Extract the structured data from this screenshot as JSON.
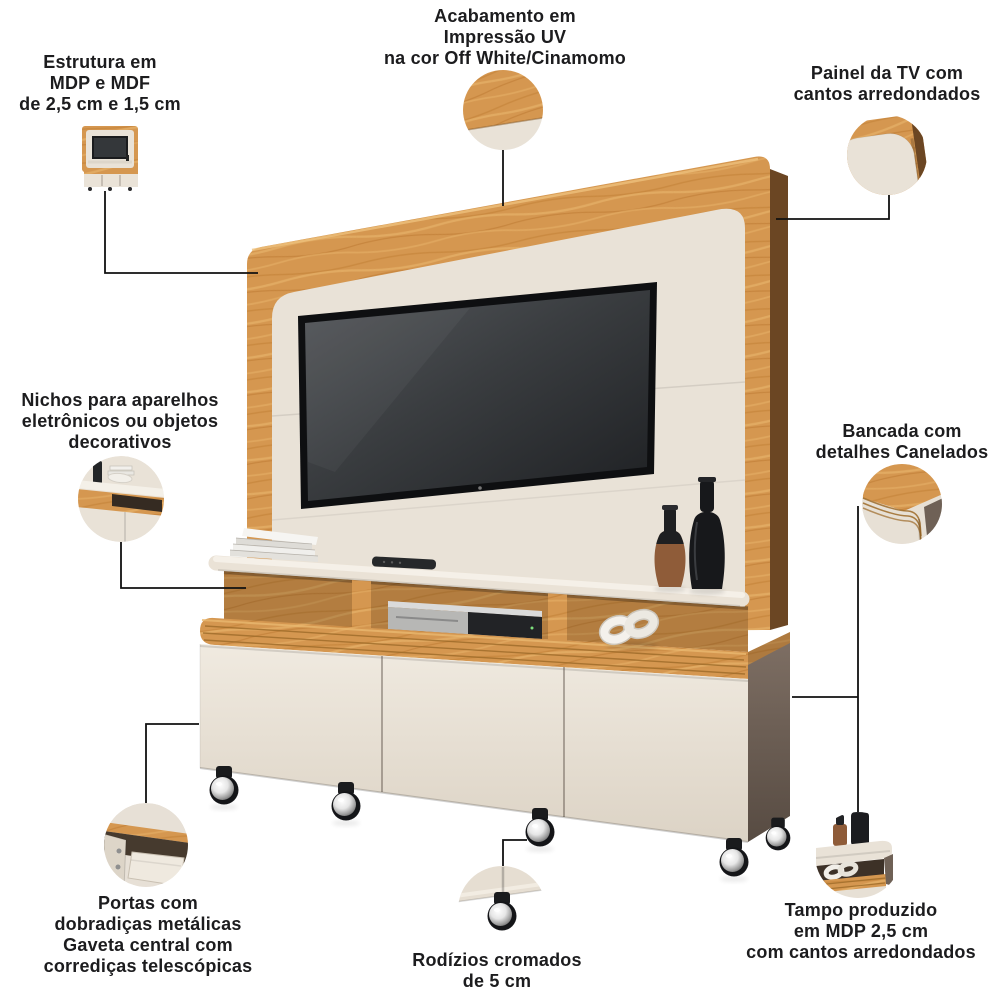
{
  "callouts": [
    {
      "id": "estrutura",
      "lines": [
        "Estrutura em",
        "MDP e MDF",
        "de 2,5 cm e 1,5 cm"
      ]
    },
    {
      "id": "acabamento",
      "lines": [
        "Acabamento em",
        "Impressão UV",
        "na cor Off White/Cinamomo"
      ]
    },
    {
      "id": "painel",
      "lines": [
        "Painel da TV com",
        "cantos arredondados"
      ]
    },
    {
      "id": "nichos",
      "lines": [
        "Nichos para aparelhos",
        "eletrônicos ou objetos",
        "decorativos"
      ]
    },
    {
      "id": "bancada",
      "lines": [
        "Bancada com",
        "detalhes Canelados"
      ]
    },
    {
      "id": "portas",
      "lines": [
        "Portas com",
        "dobradiças metálicas",
        "Gaveta central com",
        "corrediças telescópicas"
      ]
    },
    {
      "id": "rodizios",
      "lines": [
        "Rodízios cromados",
        "de 5 cm"
      ]
    },
    {
      "id": "tampo",
      "lines": [
        "Tampo produzido",
        "em MDP 2,5 cm",
        "com cantos arredondados"
      ]
    }
  ],
  "colors": {
    "background": "#ffffff",
    "text": "#1c1c1e",
    "connector": "#111111",
    "wood": "#d59750",
    "wood_dark": "#9c6a28",
    "wood_edge": "#6b4623",
    "panel_offwhite": "#e9e2d7",
    "cabinet_offwhite": "#eae3d8",
    "side_taupe": "#6f6156",
    "tv_bezel": "#0e0f11",
    "tv_screen": "#3c3f42",
    "chrome": "#d9d9d9"
  }
}
